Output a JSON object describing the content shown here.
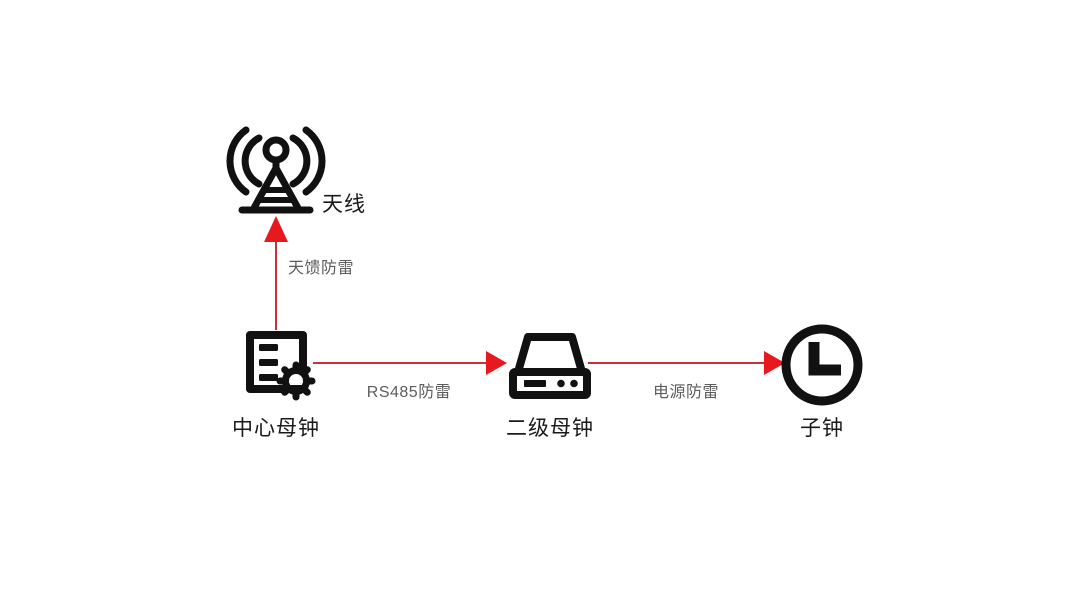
{
  "diagram": {
    "type": "flow-diagram",
    "background_color": "#ffffff",
    "icon_color": "#111111",
    "arrow_color": "#e8191e",
    "label_color": "#1a1a1a",
    "edge_label_color": "#5c5c5c",
    "nodes": [
      {
        "id": "antenna",
        "label": "天线",
        "icon": "antenna-tower-icon",
        "label_position": "right"
      },
      {
        "id": "center-master-clock",
        "label": "中心母钟",
        "icon": "server-gear-icon",
        "label_position": "below"
      },
      {
        "id": "secondary-master-clock",
        "label": "二级母钟",
        "icon": "device-box-icon",
        "label_position": "below"
      },
      {
        "id": "sub-clock",
        "label": "子钟",
        "icon": "clock-icon",
        "label_position": "below"
      }
    ],
    "edges": [
      {
        "id": "edge-antenna-feeder",
        "label": "天馈防雷",
        "from": "center-master-clock",
        "to": "antenna",
        "direction": "up"
      },
      {
        "id": "edge-rs485",
        "label": "RS485防雷",
        "from": "center-master-clock",
        "to": "secondary-master-clock",
        "direction": "right"
      },
      {
        "id": "edge-power",
        "label": "电源防雷",
        "from": "secondary-master-clock",
        "to": "sub-clock",
        "direction": "right"
      }
    ]
  }
}
